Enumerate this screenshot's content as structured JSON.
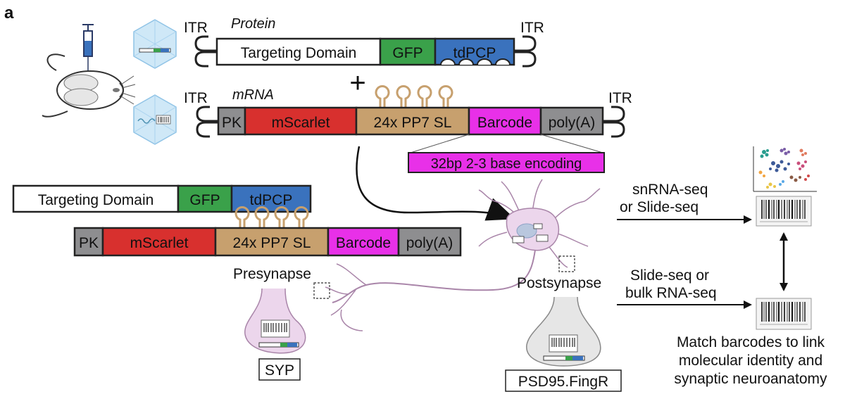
{
  "panel_label": "a",
  "construct_protein": {
    "itr_left": "ITR",
    "itr_right": "ITR",
    "label": "Protein",
    "segments": [
      "Targeting Domain",
      "GFP",
      "tdPCP"
    ]
  },
  "plus_sign": "+",
  "construct_mrna": {
    "itr_left": "ITR",
    "itr_right": "ITR",
    "label": "mRNA",
    "segments": [
      "PK",
      "mScarlet",
      "24x PP7 SL",
      "Barcode",
      "poly(A)"
    ]
  },
  "barcode_encoding": "32bp 2-3 base encoding",
  "complex": {
    "protein_segments": [
      "Targeting Domain",
      "GFP",
      "tdPCP"
    ],
    "mrna_segments": [
      "PK",
      "mScarlet",
      "24x PP7 SL",
      "Barcode",
      "poly(A)"
    ]
  },
  "labels": {
    "presynapse": "Presynapse",
    "postsynapse": "Postsynapse",
    "syp": "SYP",
    "psd95": "PSD95.FingR"
  },
  "arrows": {
    "top_line1": "snRNA-seq",
    "top_line2": "or Slide-seq",
    "bottom_line1": "Slide-seq or",
    "bottom_line2": "bulk RNA-seq"
  },
  "conclusion": {
    "line1": "Match barcodes to link",
    "line2": "molecular identity and",
    "line3": "synaptic neuroanatomy"
  },
  "colors": {
    "gfp": "#3aa14a",
    "tdpcp": "#3a72bd",
    "pk": "#8e8e90",
    "mscarlet": "#d8302e",
    "pp7": "#c7a06e",
    "barcode": "#e830e8",
    "polya": "#8e8e90",
    "neuron": "#ecd6ec",
    "aav": "#cfe8f7"
  }
}
